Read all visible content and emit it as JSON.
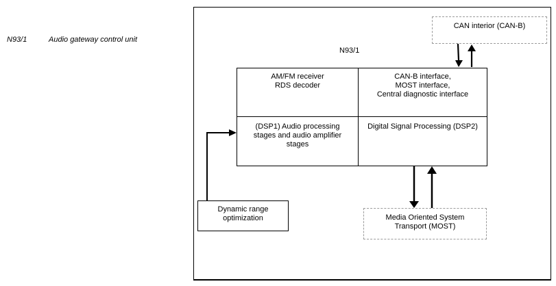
{
  "caption": {
    "code": "N93/1",
    "title": "Audio gateway control unit"
  },
  "diagram": {
    "outer_label": "N93/1",
    "can_interior": "CAN interior (CAN-B)",
    "cell_radio": "AM/FM receiver\nRDS decoder",
    "cell_interfaces": "CAN-B interface,\nMOST interface,\nCentral diagnostic interface",
    "cell_dsp1": "(DSP1) Audio processing\nstages and audio amplifier\nstages",
    "cell_dsp2": "Digital Signal Processing (DSP2)",
    "dynamic_range": "Dynamic range\noptimization",
    "most": "Media Oriented System\nTransport (MOST)"
  }
}
